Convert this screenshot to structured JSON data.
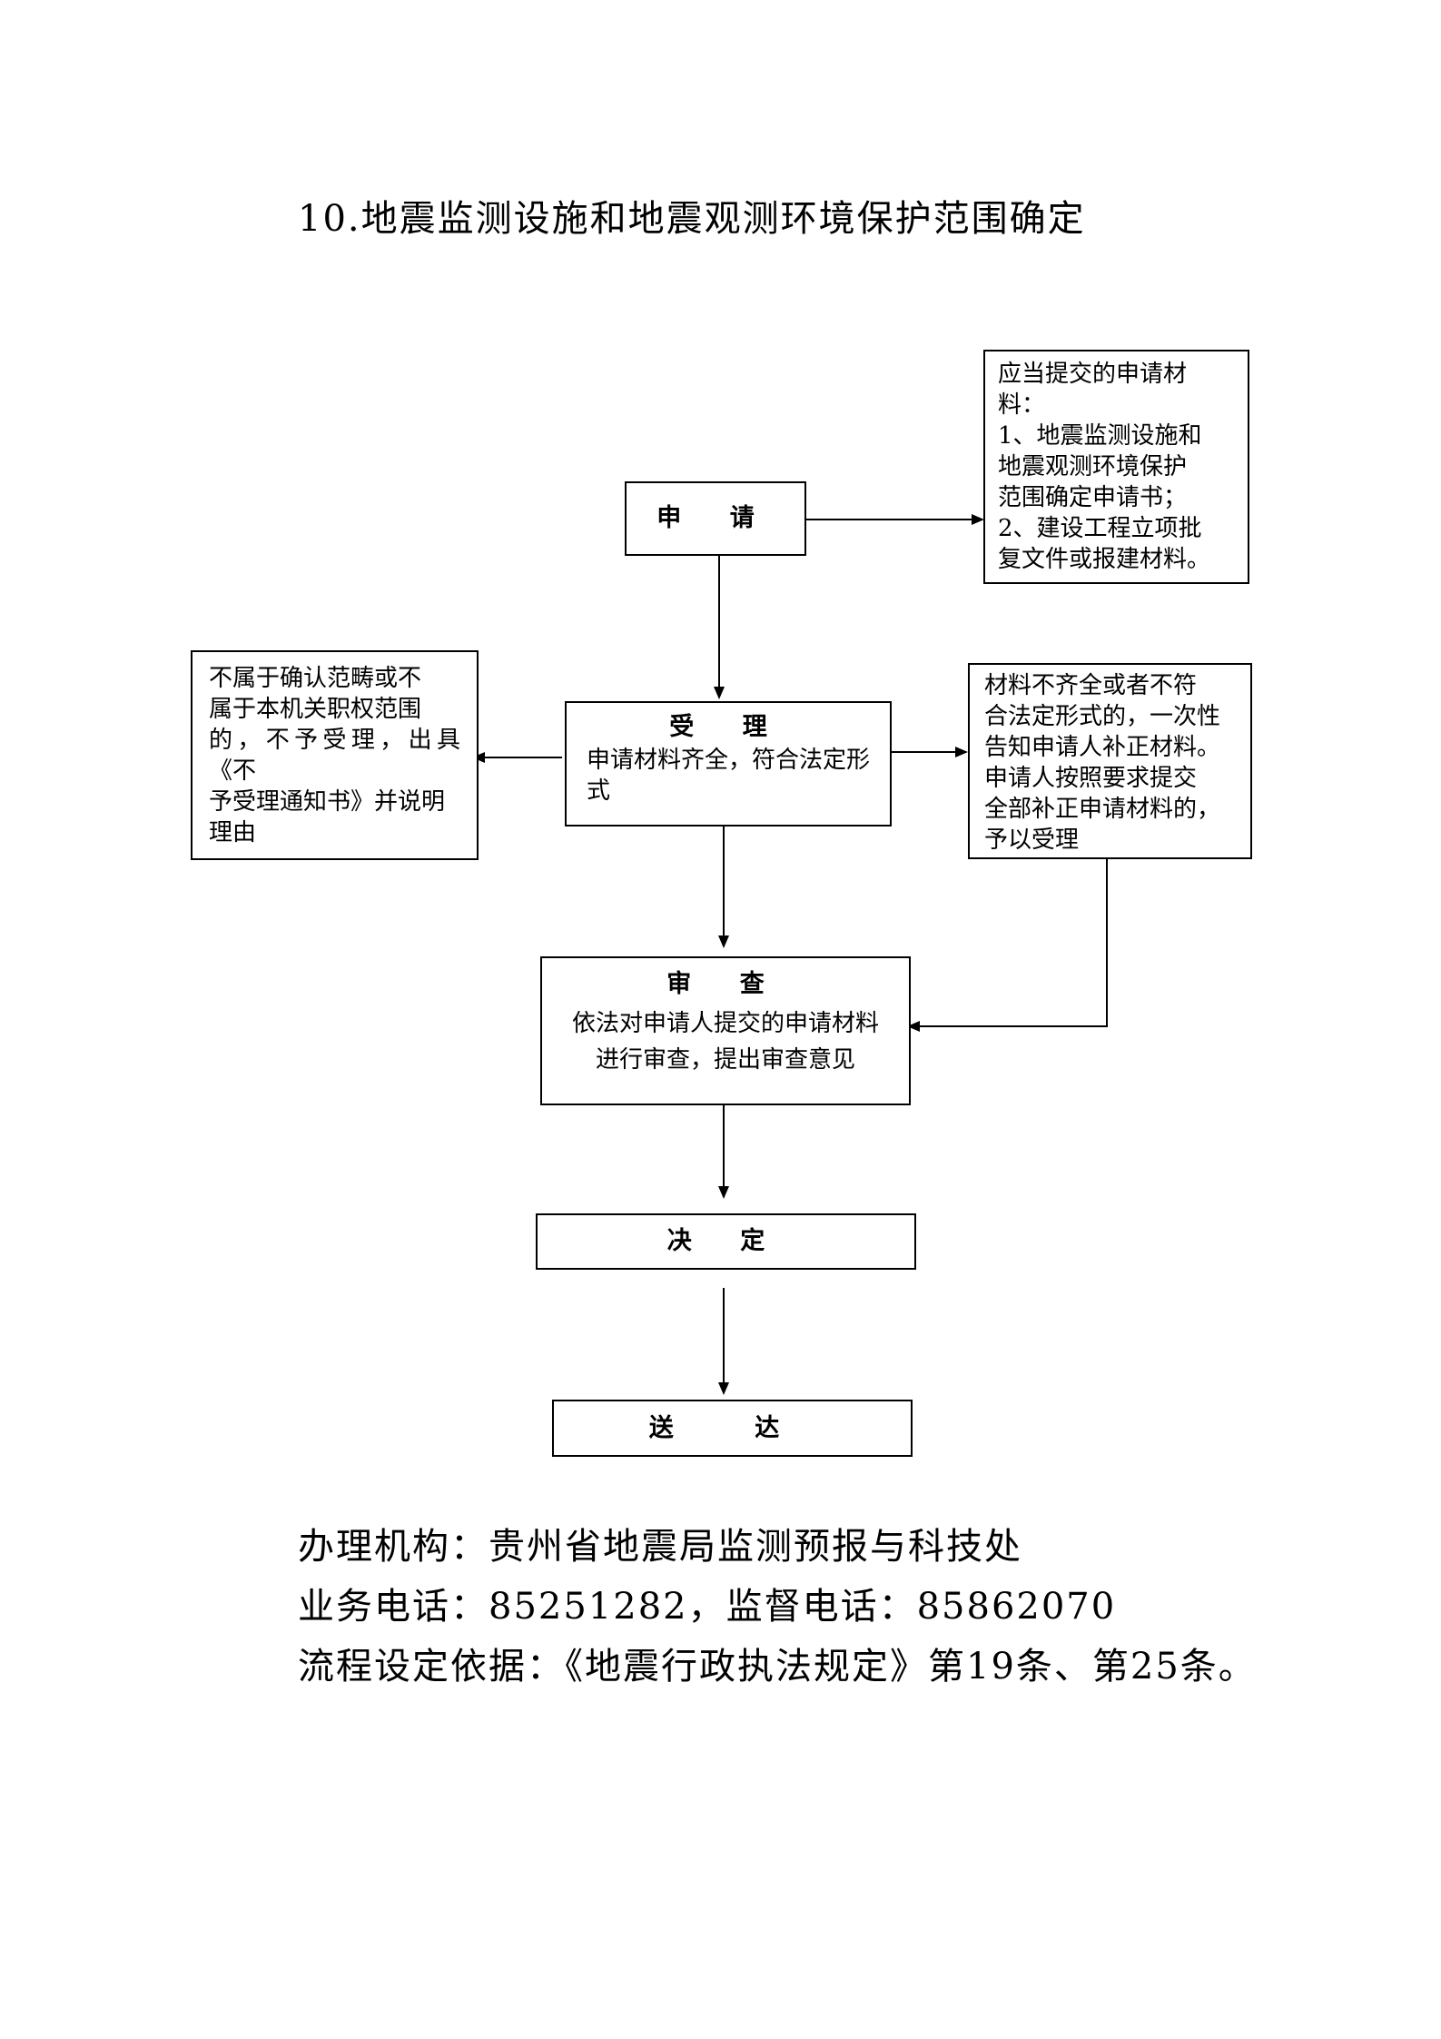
{
  "title": "10.地震监测设施和地震观测环境保护范围确定",
  "steps": {
    "apply": {
      "label": "申 请"
    },
    "accept": {
      "label": "受 理",
      "body": "申请材料齐全，符合法定形式"
    },
    "review": {
      "label": "审 查",
      "body_lines": [
        "依法对申请人提交的申请材料",
        "进行审查，提出审查意见"
      ]
    },
    "decide": {
      "label": "决 定"
    },
    "deliver": {
      "label": "送 达"
    }
  },
  "notes": {
    "materials": {
      "lines": [
        "应当提交的申请材",
        "料：",
        "1、地震监测设施和",
        "地震观测环境保护",
        "范围确定申请书；",
        "2、建设工程立项批",
        "复文件或报建材料。"
      ]
    },
    "reject": {
      "lines": [
        "不属于确认范畴或不",
        "属于本机关职权范围",
        "的，不予受理，出具《不",
        "予受理通知书》并说明",
        "理由"
      ]
    },
    "supplement": {
      "lines": [
        "材料不齐全或者不符",
        "合法定形式的，一次性",
        "告知申请人补正材料。",
        "申请人按照要求提交",
        "全部补正申请材料的，",
        "予以受理"
      ]
    }
  },
  "footer": {
    "office": "办理机构：贵州省地震局监测预报与科技处",
    "phone": "业务电话：85251282，监督电话：85862070",
    "basis": "流程设定依据：《地震行政执法规定》第19条、第25条。"
  }
}
